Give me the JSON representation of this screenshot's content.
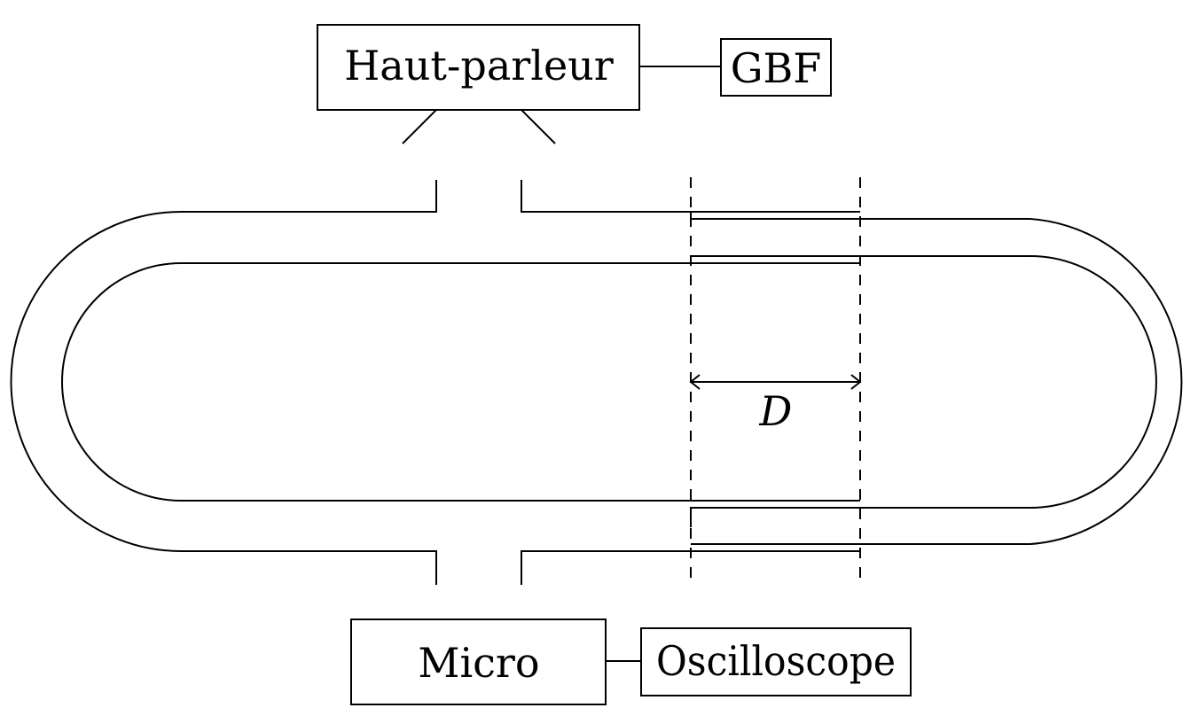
{
  "labels": {
    "speaker": "Haut-parleur",
    "generator": "GBF",
    "microphone": "Micro",
    "oscilloscope": "Oscilloscope",
    "distance": "D"
  }
}
